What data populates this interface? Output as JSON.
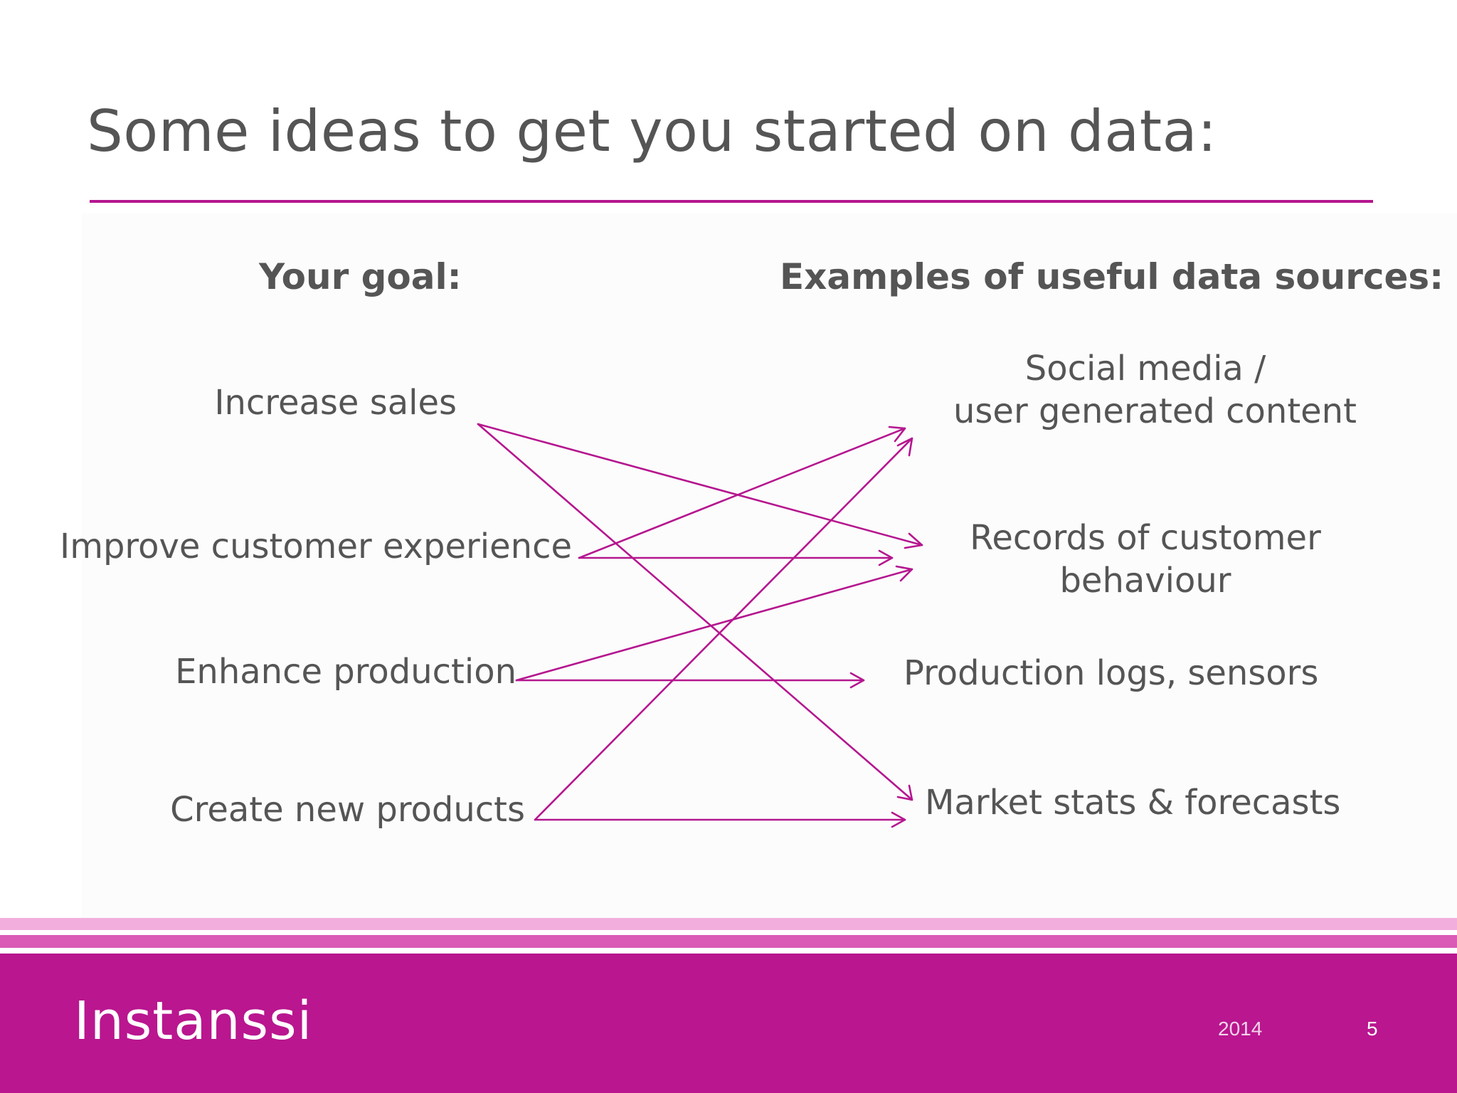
{
  "slide": {
    "title": "Some ideas to get you started on data:"
  },
  "columns": {
    "goals_header": "Your goal:",
    "sources_header": "Examples of useful data sources:"
  },
  "goals": [
    "Increase sales",
    "Improve customer experience",
    "Enhance production",
    "Create new products"
  ],
  "sources": [
    [
      "Social media /",
      "user generated content"
    ],
    [
      "Records of customer",
      "behaviour"
    ],
    [
      "Production logs, sensors"
    ],
    [
      "Market stats & forecasts"
    ]
  ],
  "connections": [
    {
      "goal": 0,
      "source": 1
    },
    {
      "goal": 0,
      "source": 3
    },
    {
      "goal": 1,
      "source": 0
    },
    {
      "goal": 1,
      "source": 1
    },
    {
      "goal": 2,
      "source": 1
    },
    {
      "goal": 2,
      "source": 2
    },
    {
      "goal": 3,
      "source": 0
    },
    {
      "goal": 3,
      "source": 3
    }
  ],
  "colors": {
    "accent": "#b5168f",
    "text": "#555555",
    "footer": "#b9168f"
  },
  "footer": {
    "logo": "Instanssi",
    "year": "2014",
    "page": "5"
  }
}
